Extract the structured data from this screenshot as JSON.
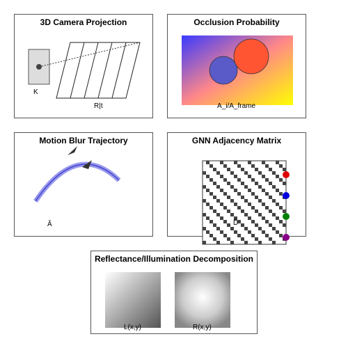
{
  "panels": {
    "camera": {
      "title": "3D Camera Projection",
      "label_k": "K",
      "label_rt": "R|t"
    },
    "occlusion": {
      "title": "Occlusion Probability",
      "label": "A_i/A_frame"
    },
    "motion": {
      "title": "Motion Blur Trajectory",
      "label": "Â"
    },
    "gnn": {
      "title": "GNN Adjacency Matrix",
      "label": "D̃",
      "node_colors": [
        "#e00000",
        "#0000dd",
        "#008000",
        "#880088"
      ]
    },
    "decomp": {
      "title": "Reflectance/Illumination Decomposition",
      "label_l": "L(x,y)",
      "label_r": "R(x,y)"
    }
  }
}
